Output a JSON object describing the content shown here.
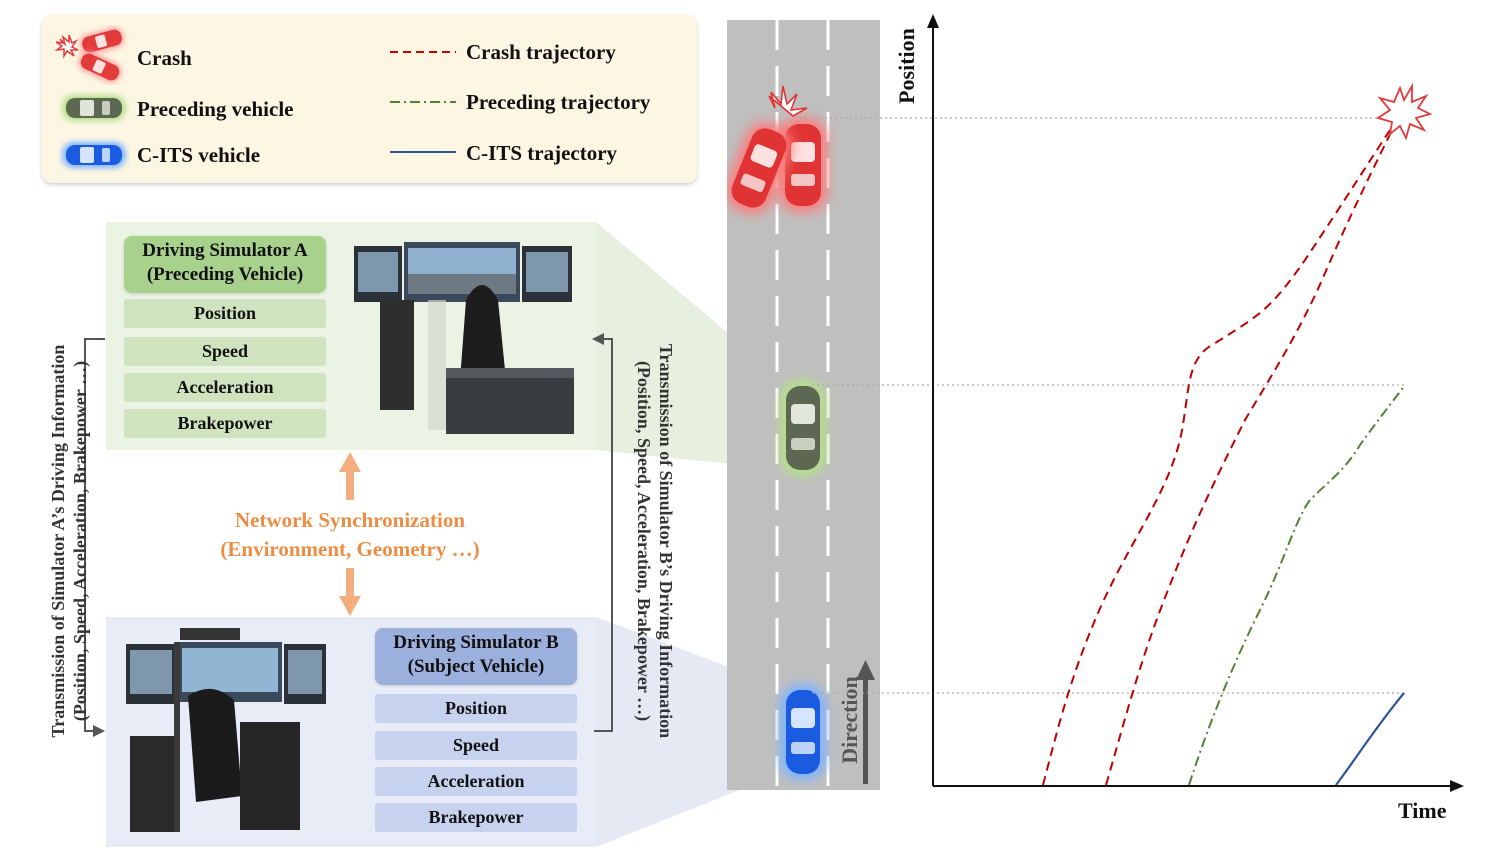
{
  "legend": {
    "crash": "Crash",
    "preceding_vehicle": "Preceding vehicle",
    "cits_vehicle": "C-ITS vehicle",
    "crash_trajectory": "Crash trajectory",
    "preceding_trajectory": "Preceding trajectory",
    "cits_trajectory": "C-ITS trajectory"
  },
  "simulator_a": {
    "title_line1": "Driving Simulator A",
    "title_line2": "(Preceding Vehicle)",
    "items": [
      "Position",
      "Speed",
      "Acceleration",
      "Brakepower"
    ]
  },
  "simulator_b": {
    "title_line1": "Driving Simulator B",
    "title_line2": "(Subject Vehicle)",
    "items": [
      "Position",
      "Speed",
      "Acceleration",
      "Brakepower"
    ]
  },
  "sync": {
    "line1": "Network Synchronization",
    "line2": "(Environment, Geometry …)"
  },
  "transmission_a": {
    "line1": "Transmission of Simulator A’s Driving Information",
    "line2": "(Position, Speed, Acceleration, Brakepower …)"
  },
  "transmission_b": {
    "line1": "Transmission of Simulator B’s Driving Information",
    "line2": "(Position, Speed, Acceleration, Brakepower …)"
  },
  "road": {
    "direction_label": "Direction"
  },
  "plot": {
    "x_label": "Time",
    "y_label": "Position"
  },
  "colors": {
    "crash": "#c00000",
    "preceding": "#548235",
    "cits": "#2f5597",
    "sync_orange": "#ed8d45",
    "panel_a": "#a9d18e",
    "panel_b": "#9bb0dc",
    "legend_bg": "#fcf6e3"
  }
}
